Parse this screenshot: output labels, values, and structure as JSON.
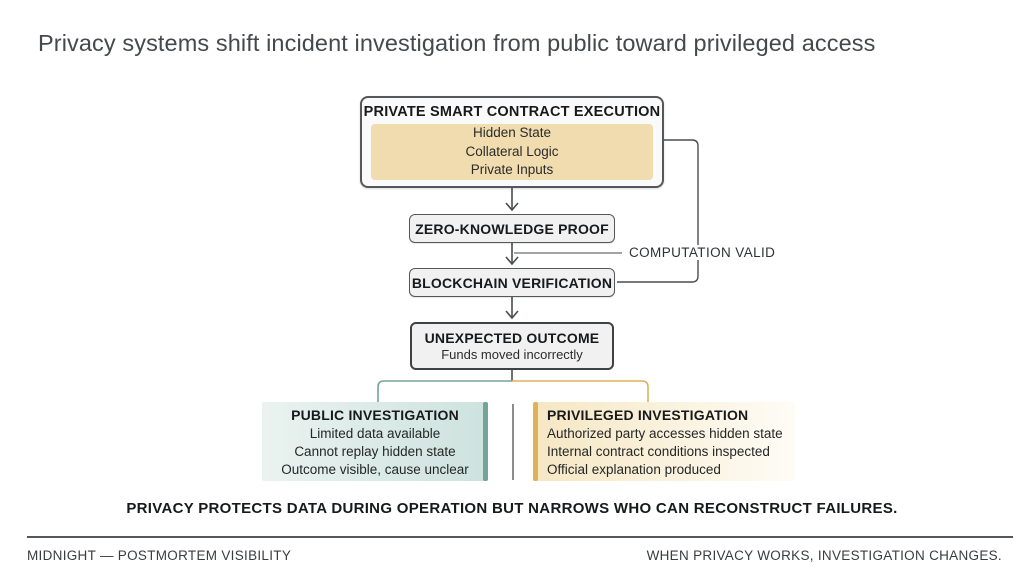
{
  "title": "Privacy systems shift incident investigation from public toward privileged access",
  "flow": {
    "execution": {
      "title": "PRIVATE SMART CONTRACT EXECUTION",
      "items": [
        "Hidden State",
        "Collateral Logic",
        "Private Inputs"
      ],
      "inner_color": "#f0dcae"
    },
    "zk_proof_label": "ZERO-KNOWLEDGE PROOF",
    "verification_label": "BLOCKCHAIN VERIFICATION",
    "bypass_label": "COMPUTATION VALID",
    "outcome": {
      "title": "UNEXPECTED OUTCOME",
      "subtitle": "Funds moved incorrectly"
    }
  },
  "branches": {
    "public": {
      "title": "PUBLIC INVESTIGATION",
      "lines": [
        "Limited data available",
        "Cannot replay hidden state",
        "Outcome visible, cause unclear"
      ],
      "accent_color": "#73a39b"
    },
    "privileged": {
      "title": "PRIVILEGED INVESTIGATION",
      "lines": [
        "Authorized party accesses hidden state",
        "Internal contract conditions inspected",
        "Official explanation produced"
      ],
      "accent_color": "#dfb257"
    }
  },
  "summary": "PRIVACY PROTECTS DATA DURING OPERATION BUT NARROWS WHO CAN RECONSTRUCT FAILURES.",
  "footer": {
    "left": "MIDNIGHT — POSTMORTEM VISIBILITY",
    "right": "WHEN PRIVACY WORKS, INVESTIGATION CHANGES."
  }
}
